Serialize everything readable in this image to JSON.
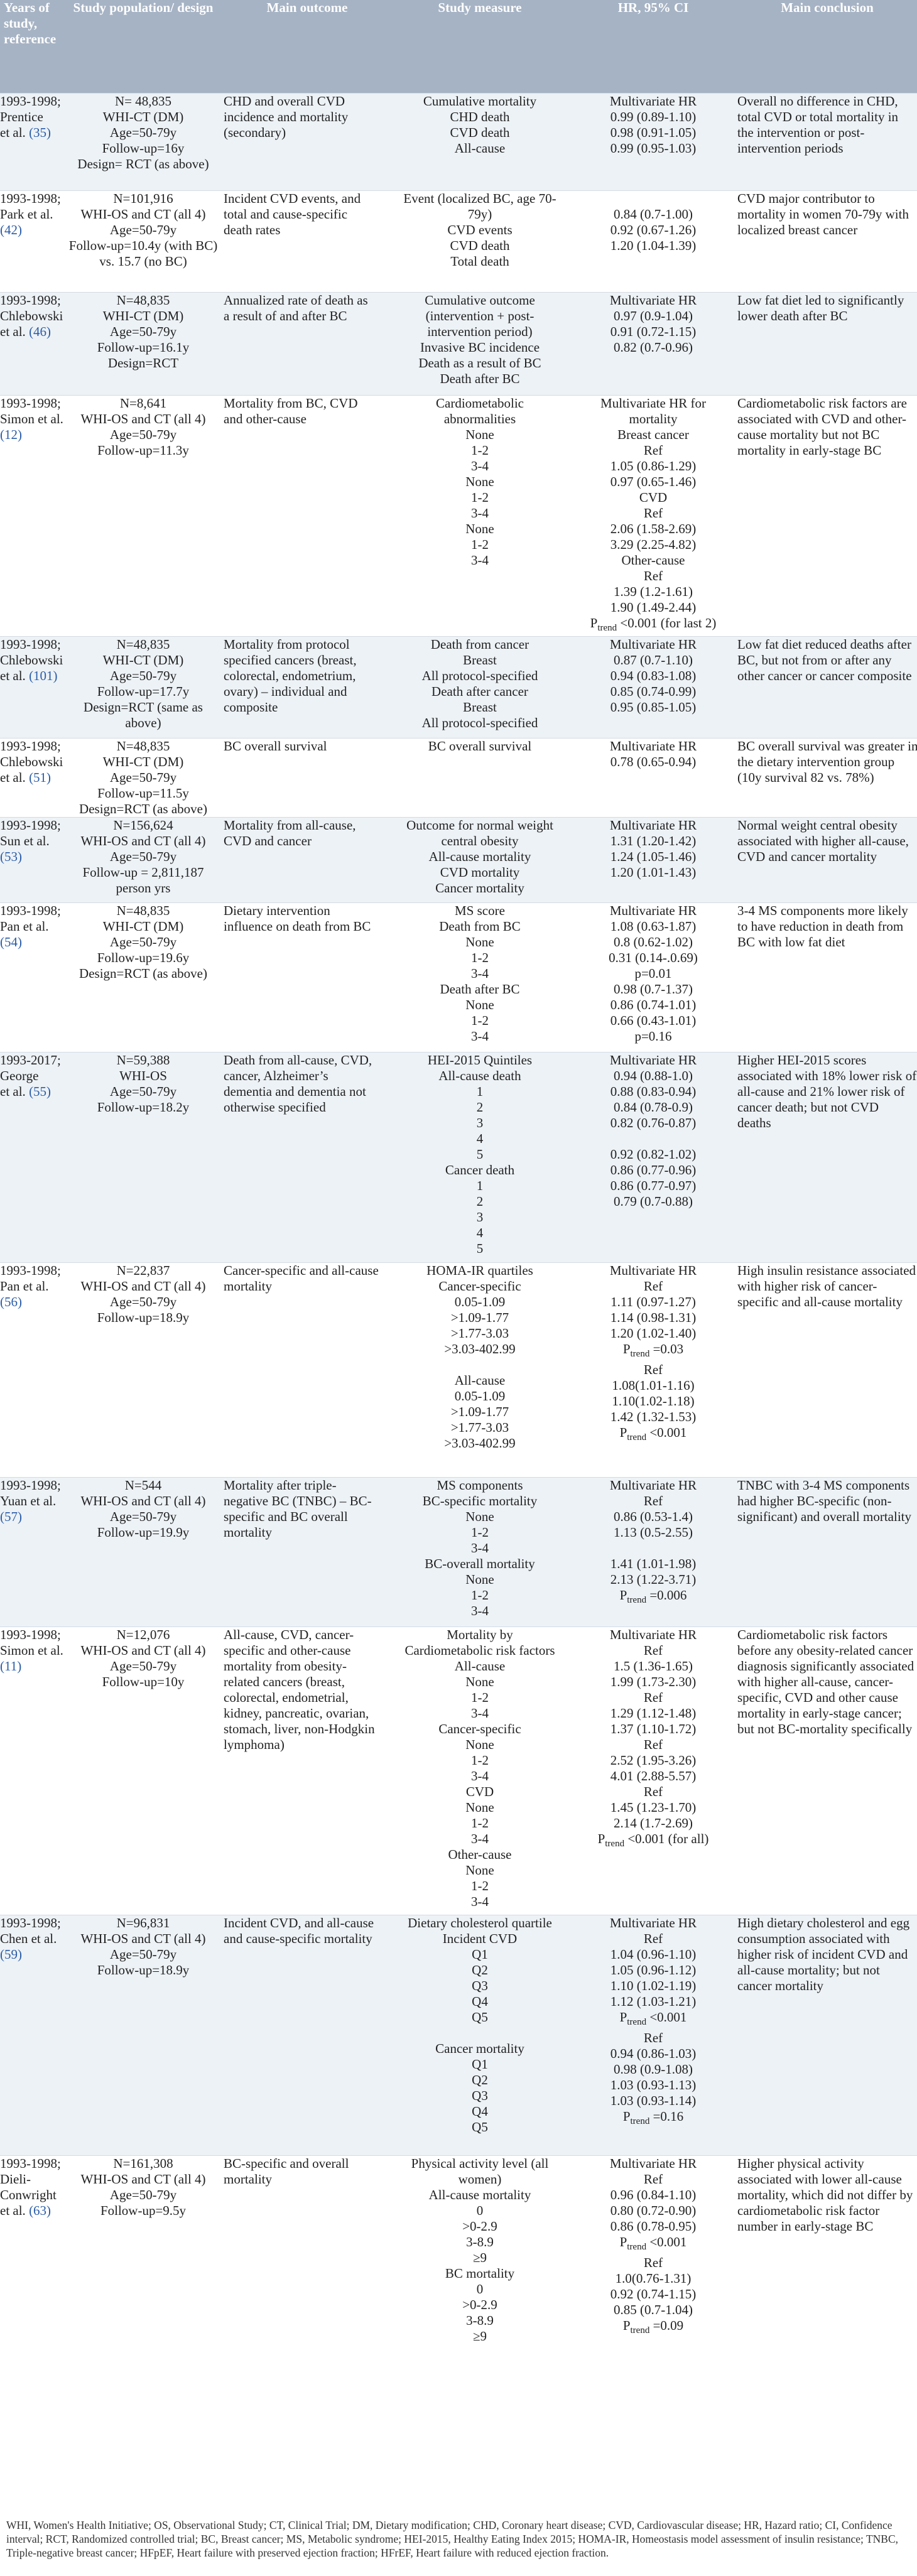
{
  "table": {
    "headers": [
      "Years of study, reference",
      "Study population/ design",
      "Main outcome",
      "Study measure",
      "HR, 95% CI",
      "Main conclusion"
    ],
    "rows": [
      {
        "study": [
          "1993-1998;",
          "Prentice",
          "et al."
        ],
        "ref": "(35)",
        "population": [
          "N= 48,835",
          "WHI-CT (DM)",
          "Age=50-79y",
          "Follow-up=16y",
          "Design= RCT (as above)"
        ],
        "outcome": [
          "CHD and overall CVD",
          "incidence and mortality",
          "(secondary)"
        ],
        "measure": [
          "Cumulative mortality",
          "CHD death",
          "CVD death",
          "All-cause"
        ],
        "hr": [
          "Multivariate HR",
          "0.99 (0.89-1.10)",
          "0.98 (0.91-1.05)",
          "0.99 (0.95-1.03)"
        ],
        "conclusion": [
          "Overall no difference in CHD,",
          "total CVD or total mortality in",
          "the intervention or post-",
          "intervention periods"
        ]
      },
      {
        "study": [
          "1993-1998;",
          "Park et al."
        ],
        "ref": "(42)",
        "population": [
          "N=101,916",
          "WHI-OS and CT (all 4)",
          "Age=50-79y",
          "Follow-up=10.4y (with BC)",
          "vs. 15.7 (no BC)"
        ],
        "outcome": [
          "Incident CVD events, and",
          "total and cause-specific",
          "death rates"
        ],
        "measure": [
          "Event (localized BC, age 70-",
          "79y)",
          "CVD events",
          "CVD death",
          "Total death"
        ],
        "hr": [
          "",
          "0.84 (0.7-1.00)",
          "0.92 (0.67-1.26)",
          "1.20 (1.04-1.39)",
          ""
        ],
        "conclusion": [
          "CVD major contributor to",
          "mortality in women 70-79y with",
          "localized breast cancer"
        ]
      },
      {
        "study": [
          "1993-1998;",
          "Chlebowski",
          "et al."
        ],
        "ref": "(46)",
        "population": [
          "N=48,835",
          "WHI-CT (DM)",
          "Age=50-79y",
          "Follow-up=16.1y",
          "Design=RCT"
        ],
        "outcome": [
          "Annualized rate of death as",
          "a result of and after BC"
        ],
        "measure": [
          "Cumulative outcome",
          "(intervention + post-",
          "intervention period)",
          "Invasive BC incidence",
          "Death as a result of BC",
          "Death after BC"
        ],
        "hr": [
          "Multivariate HR",
          "0.97 (0.9-1.04)",
          "0.91 (0.72-1.15)",
          "0.82 (0.7-0.96)",
          "",
          ""
        ],
        "conclusion": [
          "Low fat diet led to significantly",
          "lower death after BC"
        ]
      },
      {
        "study": [
          "1993-1998;",
          "Simon et al."
        ],
        "ref": "(12)",
        "population": [
          "N=8,641",
          "WHI-OS and CT (all 4)",
          "Age=50-79y",
          "Follow-up=11.3y"
        ],
        "outcome": [
          "Mortality from BC, CVD",
          "and other-cause"
        ],
        "measure": [
          "Cardiometabolic",
          "abnormalities",
          "None",
          "1-2",
          "3-4",
          "None",
          "1-2",
          "3-4",
          "None",
          "1-2",
          "3-4",
          "",
          "",
          "",
          ""
        ],
        "hr": [
          "Multivariate HR for",
          "mortality",
          "Breast cancer",
          "Ref",
          "1.05 (0.86-1.29)",
          "0.97 (0.65-1.46)",
          "CVD",
          "Ref",
          "2.06 (1.58-2.69)",
          "3.29 (2.25-4.82)",
          "Other-cause",
          "Ref",
          "1.39 (1.2-1.61)",
          "1.90 (1.49-2.44)",
          "P_trend <0.001 (for last 2)"
        ],
        "conclusion": [
          "Cardiometabolic risk factors are",
          "associated with CVD and other-",
          "cause mortality but not BC",
          "mortality in early-stage BC"
        ]
      },
      {
        "study": [
          "1993-1998;",
          "Chlebowski",
          "et al."
        ],
        "ref": "(101)",
        "population": [
          "N=48,835",
          "WHI-CT (DM)",
          "Age=50-79y",
          "Follow-up=17.7y",
          "Design=RCT (same as",
          "above)"
        ],
        "outcome": [
          "Mortality from protocol",
          "specified cancers (breast,",
          "colorectal, endometrium,",
          "ovary) – individual and",
          "composite"
        ],
        "measure": [
          "Death from cancer",
          "Breast",
          "All protocol-specified",
          "Death after cancer",
          "Breast",
          "All protocol-specified"
        ],
        "hr": [
          "Multivariate HR",
          "0.87 (0.7-1.10)",
          "0.94 (0.83-1.08)",
          "0.85 (0.74-0.99)",
          "0.95 (0.85-1.05)",
          ""
        ],
        "conclusion": [
          "Low fat diet reduced deaths after",
          "BC, but not from or after any",
          "other cancer or cancer composite"
        ]
      },
      {
        "study": [
          "1993-1998;",
          "Chlebowski",
          "et al."
        ],
        "ref": "(51)",
        "population": [
          "N=48,835",
          "WHI-CT (DM)",
          "Age=50-79y",
          "Follow-up=11.5y",
          "Design=RCT (as above)"
        ],
        "outcome": [
          "BC overall survival"
        ],
        "measure": [
          "BC overall survival"
        ],
        "hr": [
          "Multivariate HR",
          "0.78 (0.65-0.94)"
        ],
        "conclusion": [
          "BC overall survival was greater in",
          "the dietary intervention group",
          "(10y survival 82 vs. 78%)"
        ]
      },
      {
        "study": [
          "1993-1998;",
          "Sun et al."
        ],
        "ref": "(53)",
        "population": [
          "N=156,624",
          "WHI-OS and CT (all 4)",
          "Age=50-79y",
          "Follow-up = 2,811,187",
          "person yrs"
        ],
        "outcome": [
          "Mortality from all-cause,",
          "CVD and cancer"
        ],
        "measure": [
          "Outcome for normal weight",
          "central obesity",
          "All-cause mortality",
          "CVD mortality",
          "Cancer mortality"
        ],
        "hr": [
          "Multivariate HR",
          "1.31 (1.20-1.42)",
          "1.24 (1.05-1.46)",
          "1.20 (1.01-1.43)",
          ""
        ],
        "conclusion": [
          "Normal weight central obesity",
          "associated with higher all-cause,",
          "CVD and cancer mortality"
        ]
      },
      {
        "study": [
          "1993-1998;",
          "Pan et al."
        ],
        "ref": "(54)",
        "population": [
          "N=48,835",
          "WHI-CT (DM)",
          "Age=50-79y",
          "Follow-up=19.6y",
          "Design=RCT (as above)"
        ],
        "outcome": [
          "Dietary intervention",
          "influence on death from BC"
        ],
        "measure": [
          "MS score",
          "Death from BC",
          "None",
          "1-2",
          "3-4",
          "Death after BC",
          "None",
          "1-2",
          "3-4"
        ],
        "hr": [
          "Multivariate HR",
          "1.08 (0.63-1.87)",
          "0.8 (0.62-1.02)",
          "0.31 (0.14-.0.69)",
          "p=0.01",
          "0.98 (0.7-1.37)",
          "0.86 (0.74-1.01)",
          "0.66 (0.43-1.01)",
          "p=0.16"
        ],
        "conclusion": [
          "3-4 MS components more likely",
          "to have reduction in death from",
          "BC with low fat diet"
        ]
      },
      {
        "study": [
          "1993-2017;",
          "George",
          "et al."
        ],
        "ref": "(55)",
        "population": [
          "N=59,388",
          "WHI-OS",
          "Age=50-79y",
          "Follow-up=18.2y"
        ],
        "outcome": [
          "Death from all-cause, CVD,",
          "cancer, Alzheimer’s",
          "dementia and dementia not",
          "otherwise specified"
        ],
        "measure": [
          "HEI-2015 Quintiles",
          "All-cause death",
          "1",
          "2",
          "3",
          "4",
          "5",
          "Cancer death",
          "1",
          "2",
          "3",
          "4",
          "5"
        ],
        "hr": [
          "Multivariate HR",
          "0.94 (0.88-1.0)",
          "0.88 (0.83-0.94)",
          "0.84 (0.78-0.9)",
          "0.82 (0.76-0.87)",
          "",
          "0.92 (0.82-1.02)",
          "0.86 (0.77-0.96)",
          "0.86 (0.77-0.97)",
          "0.79 (0.7-0.88)",
          "",
          "",
          ""
        ],
        "conclusion": [
          "Higher HEI-2015 scores",
          "associated with 18% lower risk of",
          "all-cause and 21% lower risk of",
          "cancer death; but not CVD",
          "deaths"
        ]
      },
      {
        "study": [
          "1993-1998;",
          "Pan et al."
        ],
        "ref": "(56)",
        "population": [
          "N=22,837",
          "WHI-OS and CT (all 4)",
          "Age=50-79y",
          "Follow-up=18.9y"
        ],
        "outcome": [
          "Cancer-specific and all-cause",
          "mortality"
        ],
        "measure": [
          "HOMA-IR quartiles",
          "Cancer-specific",
          "0.05-1.09",
          ">1.09-1.77",
          ">1.77-3.03",
          ">3.03-402.99",
          "",
          "All-cause",
          "0.05-1.09",
          ">1.09-1.77",
          ">1.77-3.03",
          ">3.03-402.99",
          ""
        ],
        "hr": [
          "Multivariate HR",
          "Ref",
          "1.11 (0.97-1.27)",
          "1.14 (0.98-1.31)",
          "1.20 (1.02-1.40)",
          "P_trend =0.03",
          "Ref",
          "1.08(1.01-1.16)",
          "1.10(1.02-1.18)",
          "1.42 (1.32-1.53)",
          "P_trend <0.001",
          "",
          ""
        ],
        "conclusion": [
          "High insulin resistance associated",
          "with higher risk of cancer-",
          "specific and all-cause mortality"
        ]
      },
      {
        "study": [
          "1993-1998;",
          "Yuan et al."
        ],
        "ref": "(57)",
        "population": [
          "N=544",
          "WHI-OS and CT (all 4)",
          "Age=50-79y",
          "Follow-up=19.9y"
        ],
        "outcome": [
          "Mortality after triple-",
          "negative BC (TNBC) – BC-",
          "specific and BC overall",
          "mortality"
        ],
        "measure": [
          "MS components",
          "BC-specific mortality",
          "None",
          "1-2",
          "3-4",
          "BC-overall mortality",
          "None",
          "1-2",
          "3-4"
        ],
        "hr": [
          "Multivariate HR",
          "Ref",
          "0.86 (0.53-1.4)",
          "1.13 (0.5-2.55)",
          "",
          "1.41 (1.01-1.98)",
          "2.13 (1.22-3.71)",
          "P_trend =0.006",
          ""
        ],
        "conclusion": [
          "TNBC with 3-4 MS components",
          "had higher BC-specific (non-",
          "significant) and overall mortality"
        ]
      },
      {
        "study": [
          "1993-1998;",
          "Simon et al."
        ],
        "ref": "(11)",
        "population": [
          "N=12,076",
          "WHI-OS and CT (all 4)",
          "Age=50-79y",
          "Follow-up=10y"
        ],
        "outcome": [
          "All-cause, CVD, cancer-",
          "specific and other-cause",
          "mortality from obesity-",
          "related cancers (breast,",
          "colorectal, endometrial,",
          "kidney, pancreatic, ovarian,",
          "stomach, liver, non-Hodgkin",
          "lymphoma)"
        ],
        "measure": [
          "Mortality by",
          "Cardiometabolic risk factors",
          "All-cause",
          "None",
          "1-2",
          "3-4",
          "Cancer-specific",
          "None",
          "1-2",
          "3-4",
          "CVD",
          "None",
          "1-2",
          "3-4",
          "Other-cause",
          "None",
          "1-2",
          "3-4"
        ],
        "hr": [
          "Multivariate HR",
          "Ref",
          "1.5 (1.36-1.65)",
          "1.99 (1.73-2.30)",
          "Ref",
          "1.29 (1.12-1.48)",
          "1.37 (1.10-1.72)",
          "Ref",
          "2.52 (1.95-3.26)",
          "4.01 (2.88-5.57)",
          "Ref",
          "1.45 (1.23-1.70)",
          "2.14 (1.7-2.69)",
          "P_trend <0.001 (for all)",
          "",
          "",
          "",
          ""
        ],
        "conclusion": [
          "Cardiometabolic risk factors",
          "before any obesity-related cancer",
          "diagnosis significantly associated",
          "with higher all-cause, cancer-",
          "specific, CVD and other cause",
          "mortality in early-stage cancer;",
          "but not BC-mortality specifically"
        ]
      },
      {
        "study": [
          "1993-1998;",
          "Chen et al."
        ],
        "ref": "(59)",
        "population": [
          "N=96,831",
          "WHI-OS and CT (all 4)",
          "Age=50-79y",
          "Follow-up=18.9y"
        ],
        "outcome": [
          "Incident CVD, and all-cause",
          "and cause-specific mortality"
        ],
        "measure": [
          "Dietary cholesterol quartile",
          "Incident CVD",
          "Q1",
          "Q2",
          "Q3",
          "Q4",
          "Q5",
          "",
          "Cancer mortality",
          "Q1",
          "Q2",
          "Q3",
          "Q4",
          "Q5"
        ],
        "hr": [
          "Multivariate HR",
          "Ref",
          "1.04 (0.96-1.10)",
          "1.05 (0.96-1.12)",
          "1.10 (1.02-1.19)",
          "1.12 (1.03-1.21)",
          "P_trend <0.001",
          "Ref",
          "0.94 (0.86-1.03)",
          "0.98 (0.9-1.08)",
          "1.03 (0.93-1.13)",
          "1.03 (0.93-1.14)",
          "P_trend =0.16",
          ""
        ],
        "conclusion": [
          "High dietary cholesterol and egg",
          "consumption associated with",
          "higher risk of incident CVD and",
          "all-cause mortality; but not",
          "cancer mortality"
        ]
      },
      {
        "study": [
          "1993-1998;",
          "Dieli-",
          "Conwright",
          "et al."
        ],
        "ref": "(63)",
        "population": [
          "N=161,308",
          "WHI-OS and CT (all 4)",
          "Age=50-79y",
          "Follow-up=9.5y"
        ],
        "outcome": [
          "BC-specific and overall",
          "mortality"
        ],
        "measure": [
          "Physical activity level (all",
          "women)",
          "All-cause mortality",
          "0",
          ">0-2.9",
          "3-8.9",
          "≥9",
          "BC mortality",
          "0",
          ">0-2.9",
          "3-8.9",
          "≥9"
        ],
        "hr": [
          "Multivariate HR",
          "Ref",
          "0.96 (0.84-1.10)",
          "0.80 (0.72-0.90)",
          "0.86 (0.78-0.95)",
          "P_trend <0.001",
          "Ref",
          "1.0(0.76-1.31)",
          "0.92 (0.74-1.15)",
          "0.85 (0.7-1.04)",
          "P_trend =0.09",
          ""
        ],
        "conclusion": [
          "Higher physical activity",
          "associated with lower all-cause",
          "mortality, which did not differ by",
          "cardiometabolic risk factor",
          "number in early-stage BC"
        ]
      }
    ]
  },
  "footnote": "WHI, Women's Health Initiative; OS, Observational Study; CT, Clinical Trial; DM, Dietary modification; CHD, Coronary heart disease; CVD, Cardiovascular disease; HR, Hazard ratio; CI, Confidence interval; RCT, Randomized controlled trial; BC, Breast cancer; MS, Metabolic syndrome; HEI-2015, Healthy Eating Index 2015; HOMA-IR, Homeostasis model assessment of insulin resistance; TNBC, Triple-negative breast cancer; HFpEF, Heart failure with preserved ejection fraction; HFrEF, Heart failure with reduced ejection fraction."
}
